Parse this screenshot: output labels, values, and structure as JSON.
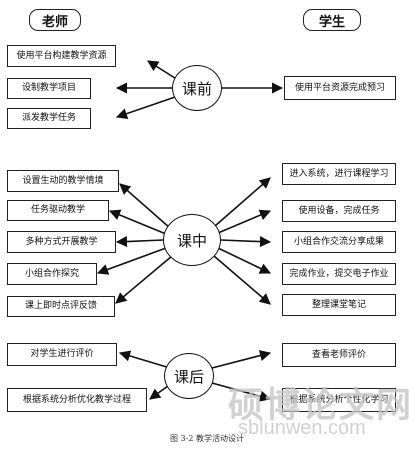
{
  "headers": {
    "teacher": "老师",
    "student": "学生"
  },
  "phases": {
    "before": "课前",
    "during": "课中",
    "after": "课后"
  },
  "teacher_tasks": {
    "before": [
      "使用平台构建教学资源",
      "设制教学项目",
      "派发教学任务"
    ],
    "during": [
      "设置生动的教学情境",
      "任务驱动教学",
      "多种方式开展教学",
      "小组合作探究",
      "课上即时点评反馈"
    ],
    "after": [
      "对学生进行评价",
      "根据系统分析优化教学过程"
    ]
  },
  "student_tasks": {
    "before": [
      "使用平台资源完成预习"
    ],
    "during": [
      "进入系统，进行课程学习",
      "使用设备，完成任务",
      "小组合作交流分享成果",
      "完成作业，提交电子作业",
      "整理课堂笔记"
    ],
    "after": [
      "查看老师评价",
      "根据系统分析个性化学习"
    ]
  },
  "caption": "图 3-2 教学活动设计",
  "watermark": {
    "cn": "硕博论文网",
    "en": "sblunwen.com"
  }
}
